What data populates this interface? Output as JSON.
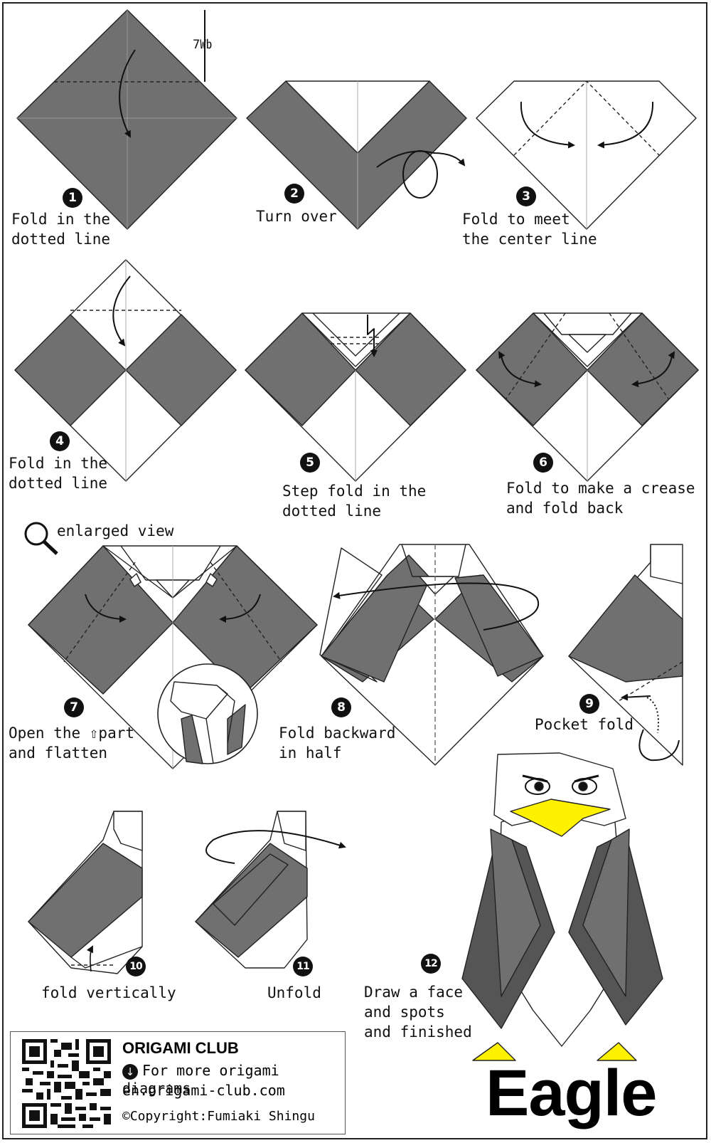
{
  "steps": [
    {
      "number": "1",
      "label": "Fold in the\ndotted line"
    },
    {
      "number": "2",
      "label": "Turn over"
    },
    {
      "number": "3",
      "label": "Fold to meet\nthe center line"
    },
    {
      "number": "4",
      "label": "Fold in the\ndotted line"
    },
    {
      "number": "5",
      "label": "Step fold in the\ndotted line"
    },
    {
      "number": "6",
      "label": "Fold to make a crease\nand fold back"
    },
    {
      "number": "7",
      "label": "Open the ⇧part\nand flatten"
    },
    {
      "number": "8",
      "label": "Fold backward\nin half"
    },
    {
      "number": "9",
      "label": "Pocket fold"
    },
    {
      "number": "10",
      "label": "fold vertically"
    },
    {
      "number": "11",
      "label": "Unfold"
    },
    {
      "number": "12",
      "label": "Draw a face\nand spots\nand finished"
    }
  ],
  "measure_label": "7㏝",
  "enlarged_view_label": "enlarged view",
  "title": "Eagle",
  "credits": {
    "club_name": "ORIGAMI CLUB",
    "more_text": "For more origami diagrams",
    "url": "en.origami-club.com",
    "copyright": "©Copyright:Fumiaki Shingu",
    "down_icon": "arrow-down-circle-icon"
  },
  "colors": {
    "paper_gray": "#707070",
    "dark_gray": "#555555",
    "beak_yellow": "#fff200",
    "line": "#222222"
  }
}
